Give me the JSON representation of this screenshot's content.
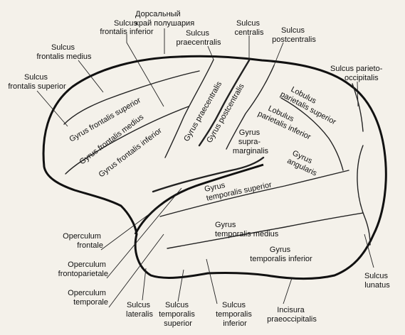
{
  "labels": {
    "dorsal_edge_l1": "Дорсальный",
    "dorsal_edge_l2": "край полушария",
    "sulcus_frontalis_inferior_l1": "Sulcus",
    "sulcus_frontalis_inferior_l2": "frontalis inferior",
    "sulcus_centralis_l1": "Sulcus",
    "sulcus_centralis_l2": "centralis",
    "sulcus_postcentralis_l1": "Sulcus",
    "sulcus_postcentralis_l2": "postcentralis",
    "sulcus_praecentralis_l1": "Sulcus",
    "sulcus_praecentralis_l2": "praecentralis",
    "sulcus_frontalis_medius_l1": "Sulcus",
    "sulcus_frontalis_medius_l2": "frontalis medius",
    "sulcus_frontalis_superior_l1": "Sulcus",
    "sulcus_frontalis_superior_l2": "frontalis superior",
    "sulcus_parieto_occipitalis_l1": "Sulcus parieto-",
    "sulcus_parieto_occipitalis_l2": "occipitalis",
    "operculum_frontale_l1": "Operculum",
    "operculum_frontale_l2": "frontale",
    "operculum_frontoparietale_l1": "Operculum",
    "operculum_frontoparietale_l2": "frontoparietale",
    "operculum_temporale_l1": "Operculum",
    "operculum_temporale_l2": "temporale",
    "sulcus_lateralis_l1": "Sulcus",
    "sulcus_lateralis_l2": "lateralis",
    "sulcus_temporalis_superior_l1": "Sulcus",
    "sulcus_temporalis_superior_l2": "temporalis",
    "sulcus_temporalis_superior_l3": "superior",
    "sulcus_temporalis_inferior_l1": "Sulcus",
    "sulcus_temporalis_inferior_l2": "temporalis",
    "sulcus_temporalis_inferior_l3": "inferior",
    "incisura_l1": "Incisura",
    "incisura_l2": "praeoccipitalis",
    "sulcus_lunatus_l1": "Sulcus",
    "sulcus_lunatus_l2": "lunatus"
  },
  "gyri": {
    "frontalis_superior": "Gyrus frontalis superior",
    "frontalis_medius": "Gyrus frontalis medius",
    "frontalis_inferior": "Gyrus frontalis inferior",
    "praecentralis": "Gyrus praecentralis",
    "postcentralis": "Gyrus postcentralis",
    "lobulus_parietalis_superior_l1": "Lobulus",
    "lobulus_parietalis_superior_l2": "parietalis superior",
    "lobulus_parietalis_inferior_l1": "Lobulus",
    "lobulus_parietalis_inferior_l2": "parietalis inferior",
    "supramarginalis_l1": "Gyrus",
    "supramarginalis_l2": "supra-",
    "supramarginalis_l3": "marginalis",
    "angularis_l1": "Gyrus",
    "angularis_l2": "angularis",
    "temporalis_superior_l1": "Gyrus",
    "temporalis_superior_l2": "temporalis superior",
    "temporalis_medius_l1": "Gyrus",
    "temporalis_medius_l2": "temporalis medius",
    "temporalis_inferior_l1": "Gyrus",
    "temporalis_inferior_l2": "temporalis inferior"
  }
}
